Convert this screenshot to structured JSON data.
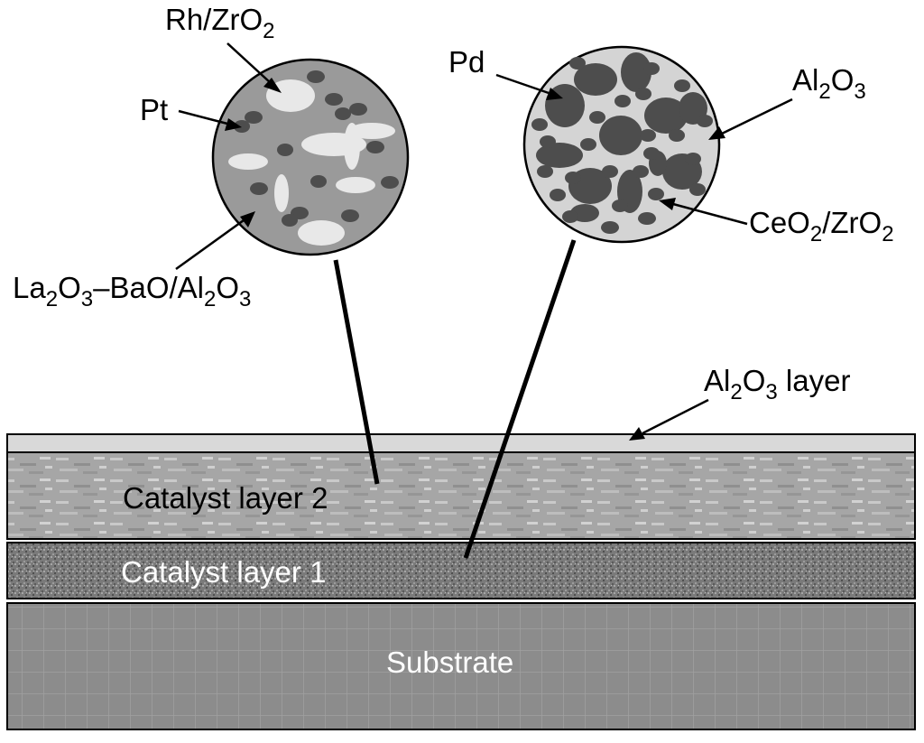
{
  "labels": {
    "rh_zro2": {
      "a": "Rh/ZrO",
      "b": "2"
    },
    "pt": "Pt",
    "la2o3_bao_al2o3": {
      "p1": "La",
      "p2": "2",
      "p3": "O",
      "p4": "3",
      "p5": "–BaO/Al",
      "p6": "2",
      "p7": "O",
      "p8": "3"
    },
    "pd": "Pd",
    "al2o3": {
      "p1": "Al",
      "p2": "2",
      "p3": "O",
      "p4": "3"
    },
    "ceo2_zro2": {
      "p1": "CeO",
      "p2": "2",
      "p3": "/ZrO",
      "p4": "2"
    },
    "al2o3_layer": {
      "p1": "Al",
      "p2": "2",
      "p3": "O",
      "p4": "3",
      "p5": " layer"
    }
  },
  "layers": {
    "catalyst_layer_2": "Catalyst layer 2",
    "catalyst_layer_1": "Catalyst layer 1",
    "substrate": "Substrate"
  },
  "colors": {
    "circle1_fill": "#9a9a9a",
    "circle2_fill": "#d4d4d4",
    "dark_particle": "#4d4d4d",
    "light_particle": "#e8e8e8",
    "al2o3_layer": "#d9d9d9",
    "catalyst_layer_2": "#a6a6a6",
    "catalyst_layer_1": "#7a7a7a",
    "substrate": "#8c8c8c"
  }
}
